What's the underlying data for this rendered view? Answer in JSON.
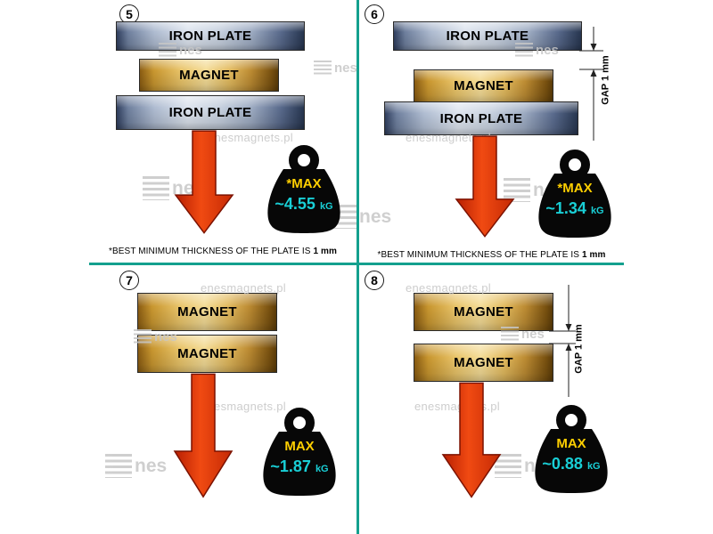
{
  "colors": {
    "divider": "#14a08e",
    "max_text": "#ffcf00",
    "value_text": "#19cfd6",
    "arrow_red": "#e8430f",
    "iron_blue": "#aebbd0",
    "magnet_gold": "#e9c469"
  },
  "watermark": {
    "site": "enesmagnets.pl",
    "logo_text": "nes"
  },
  "gap_label": "GAP 1 mm",
  "panels": [
    {
      "number": "5",
      "bars": [
        "IRON PLATE",
        "MAGNET",
        "IRON PLATE"
      ],
      "weight": {
        "label": "*MAX",
        "value": "~4.55",
        "unit": "kG"
      },
      "footnote": {
        "text": "*BEST MINIMUM THICKNESS OF THE PLATE IS",
        "bold": "1 mm"
      }
    },
    {
      "number": "6",
      "bars": [
        "IRON PLATE",
        "MAGNET",
        "IRON PLATE"
      ],
      "weight": {
        "label": "*MAX",
        "value": "~1.34",
        "unit": "kG"
      },
      "footnote": {
        "text": "*BEST MINIMUM THICKNESS OF THE PLATE IS",
        "bold": "1 mm"
      }
    },
    {
      "number": "7",
      "bars": [
        "MAGNET",
        "MAGNET"
      ],
      "weight": {
        "label": "MAX",
        "value": "~1.87",
        "unit": "kG"
      }
    },
    {
      "number": "8",
      "bars": [
        "MAGNET",
        "MAGNET"
      ],
      "weight": {
        "label": "MAX",
        "value": "~0.88",
        "unit": "kG"
      }
    }
  ]
}
